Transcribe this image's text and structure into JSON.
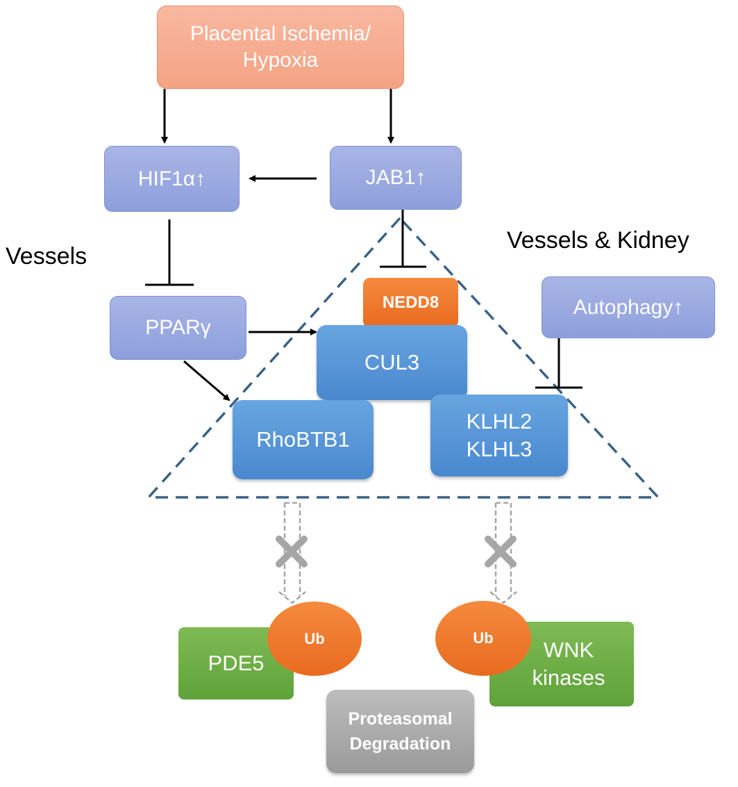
{
  "nodes": {
    "placental": "Placental Ischemia/\nHypoxia",
    "hif1a": "HIF1α↑",
    "jab1": "JAB1↑",
    "ppar": "PPARγ",
    "nedd8": "NEDD8",
    "cul3": "CUL3",
    "rhobtb1": "RhoBTB1",
    "klhl": "KLHL2\nKLHL3",
    "autophagy": "Autophagy↑",
    "pde5": "PDE5",
    "ub_left": "Ub",
    "ub_right": "Ub",
    "wnk": "WNK\nkinases",
    "proteasomal": "Proteasomal\nDegradation"
  },
  "labels": {
    "vessels": "Vessels",
    "vessels_kidney": "Vessels & Kidney"
  },
  "colors": {
    "arrow": "#000000",
    "dashed_triangle": "#3a6187",
    "blocked_arrow": "#a6a6a6"
  }
}
